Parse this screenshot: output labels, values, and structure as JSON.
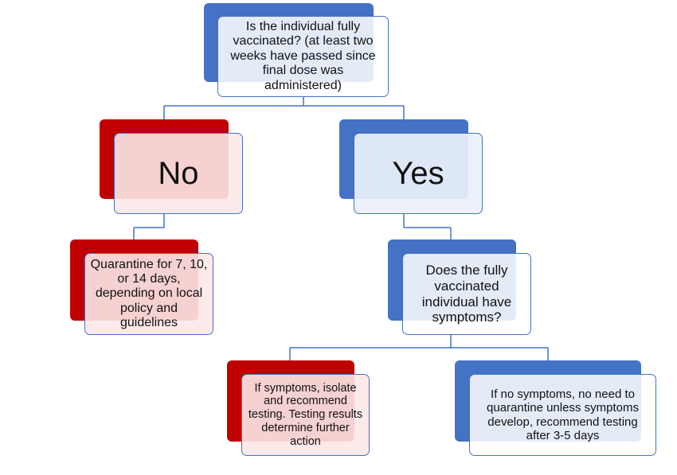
{
  "colors": {
    "blue": "#4472c4",
    "red": "#c00000",
    "connector": "#4472c4"
  },
  "nodes": {
    "root": "Is the individual fully vaccinated? (at least two weeks have passed since final dose was administered)",
    "no": "No",
    "yes": "Yes",
    "quarantine": "Quarantine for 7, 10, or 14 days, depending on local policy and guidelines",
    "symptoms_question": "Does the fully vaccinated individual have symptoms?",
    "if_symptoms": "If symptoms, isolate and recommend testing. Testing results determine further action",
    "no_symptoms": "If no symptoms, no need to quarantine unless symptoms develop, recommend testing after 3-5 days"
  }
}
